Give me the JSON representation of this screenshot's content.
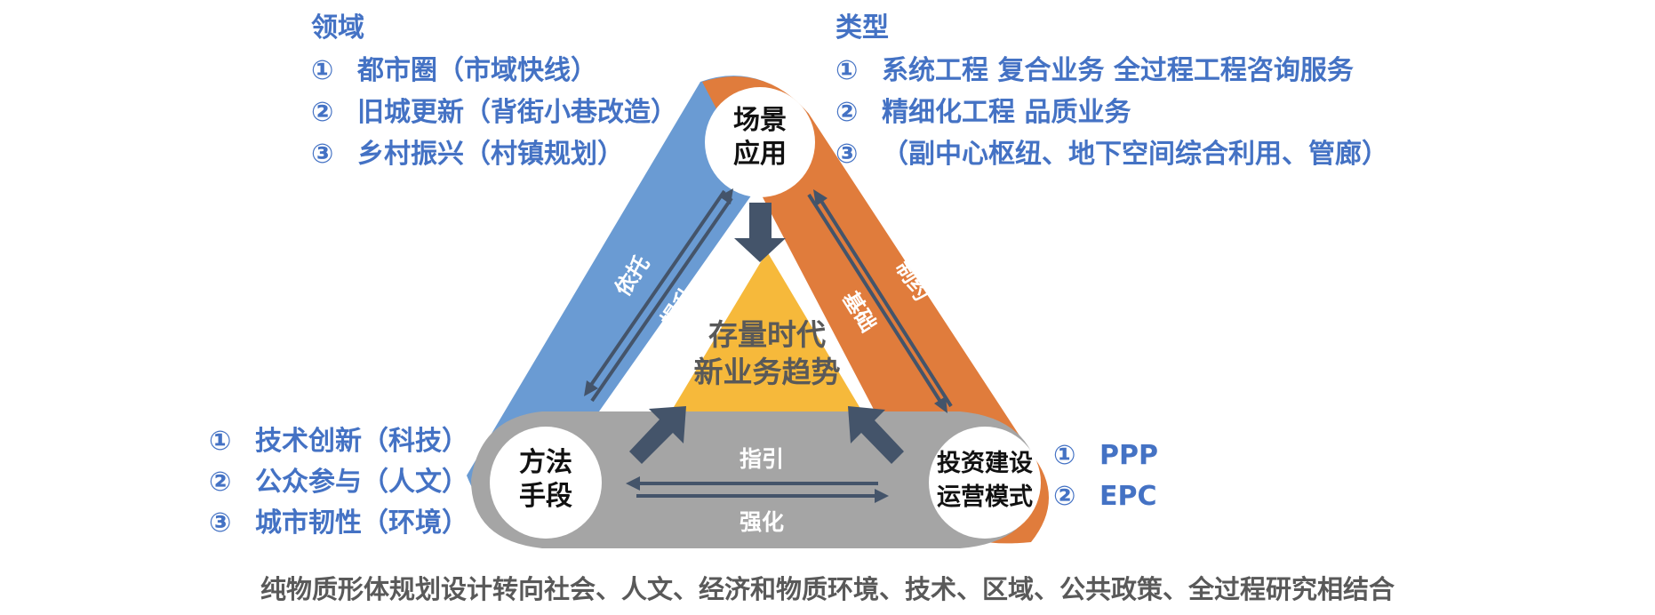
{
  "scene": {
    "heading": "领域",
    "items": [
      {
        "num": "①",
        "text": "都市圈（市域快线）"
      },
      {
        "num": "②",
        "text": "旧城更新（背街小巷改造）"
      },
      {
        "num": "③",
        "text": "乡村振兴（村镇规划）"
      }
    ]
  },
  "types": {
    "heading": "类型",
    "items": [
      {
        "num": "①",
        "text": "系统工程 复合业务 全过程工程咨询服务"
      },
      {
        "num": "②",
        "text": "精细化工程 品质业务"
      },
      {
        "num": "③",
        "text": "（副中心枢纽、地下空间综合利用、管廊）"
      }
    ]
  },
  "methods": {
    "items": [
      {
        "num": "①",
        "text": "技术创新（科技）"
      },
      {
        "num": "②",
        "text": "公众参与（人文）"
      },
      {
        "num": "③",
        "text": "城市韧性（环境）"
      }
    ]
  },
  "investment": {
    "items": [
      {
        "num": "①",
        "text": "PPP"
      },
      {
        "num": "②",
        "text": "EPC"
      }
    ]
  },
  "diagram": {
    "top_node": [
      "场景",
      "应用"
    ],
    "left_node": [
      "方法",
      "手段"
    ],
    "right_node": [
      "投资建设",
      "运营模式"
    ],
    "center": [
      "存量时代",
      "新业务趋势"
    ],
    "labels": {
      "depend": "依托",
      "upgrade": "提升",
      "constrain": "制约",
      "basis": "基础",
      "guide": "指引",
      "strengthen": "强化"
    },
    "colors": {
      "blue": "#6a9bd3",
      "orange": "#e07c3c",
      "gray": "#a5a5a5",
      "yellow": "#f6b93b",
      "arrow": "#44546a",
      "text_blue": "#4472c4"
    }
  },
  "footer": "纯物质形体规划设计转向社会、人文、经济和物质环境、技术、区域、公共政策、全过程研究相结合"
}
